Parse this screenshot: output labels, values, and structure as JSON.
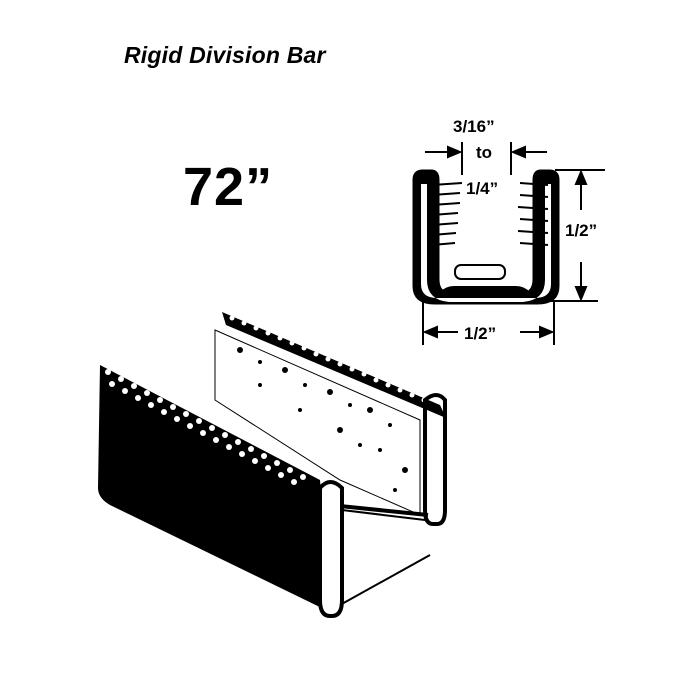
{
  "title": "Rigid Division Bar",
  "length": "72”",
  "cross_section": {
    "gap_min": "3/16”",
    "gap_joiner": "to",
    "gap_max": "1/4”",
    "height": "1/2”",
    "width": "1/2”"
  },
  "colors": {
    "ink": "#000000",
    "paper": "#ffffff"
  }
}
